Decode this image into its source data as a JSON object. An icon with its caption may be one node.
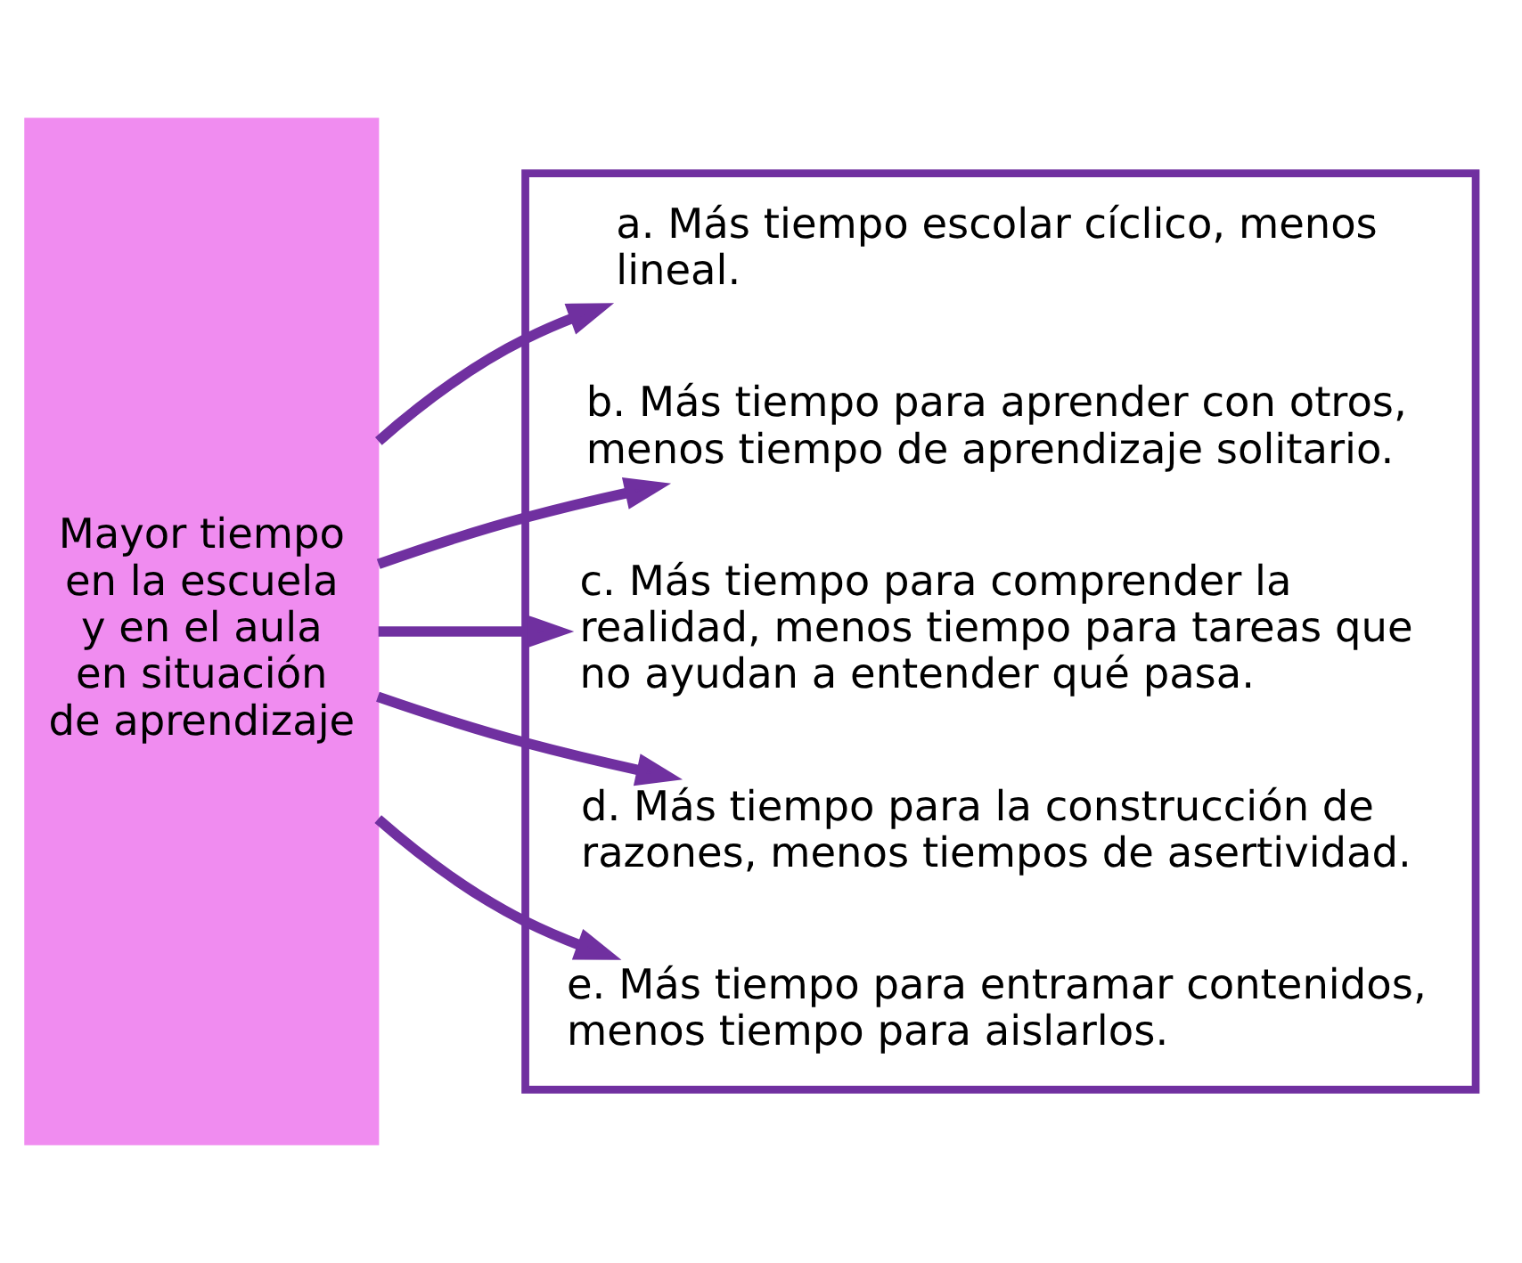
{
  "diagram": {
    "nodes": [
      {
        "text": [
          "Mayor tiempo en la escuela y en el aula en situación de aprendizaje"
        ]
      },
      {
        "text": [],
        "shape": "box"
      },
      {
        "text": [
          "a. Más tiempo escolar cíclico, menos lineal."
        ],
        "in": 1
      },
      {
        "text": [
          "b. Más tiempo para aprender con otros, menos tiempo de aprendizaje solitario."
        ],
        "in": 1
      },
      {
        "text": [
          "c. Más tiempo para comprender la realidad, menos tiempo para tareas que no ayudan a entender qué pasa."
        ],
        "in": 1
      },
      {
        "text": [
          "d. Más tiempo para la construcción de razones, menos tiempos de asertividad."
        ],
        "in": 1
      },
      {
        "text": [
          "e. Más tiempo para entramar contenidos, menos tiempo para aislarlos."
        ],
        "in": 1
      }
    ],
    "edges": [
      {
        "from": 0,
        "to": 2,
        "arrow": "to"
      },
      {
        "from": 0,
        "to": 3,
        "arrow": "to"
      },
      {
        "from": 0,
        "to": 4,
        "arrow": "to"
      },
      {
        "from": 0,
        "to": 5,
        "arrow": "to"
      },
      {
        "from": 0,
        "to": 6,
        "arrow": "to"
      }
    ]
  }
}
